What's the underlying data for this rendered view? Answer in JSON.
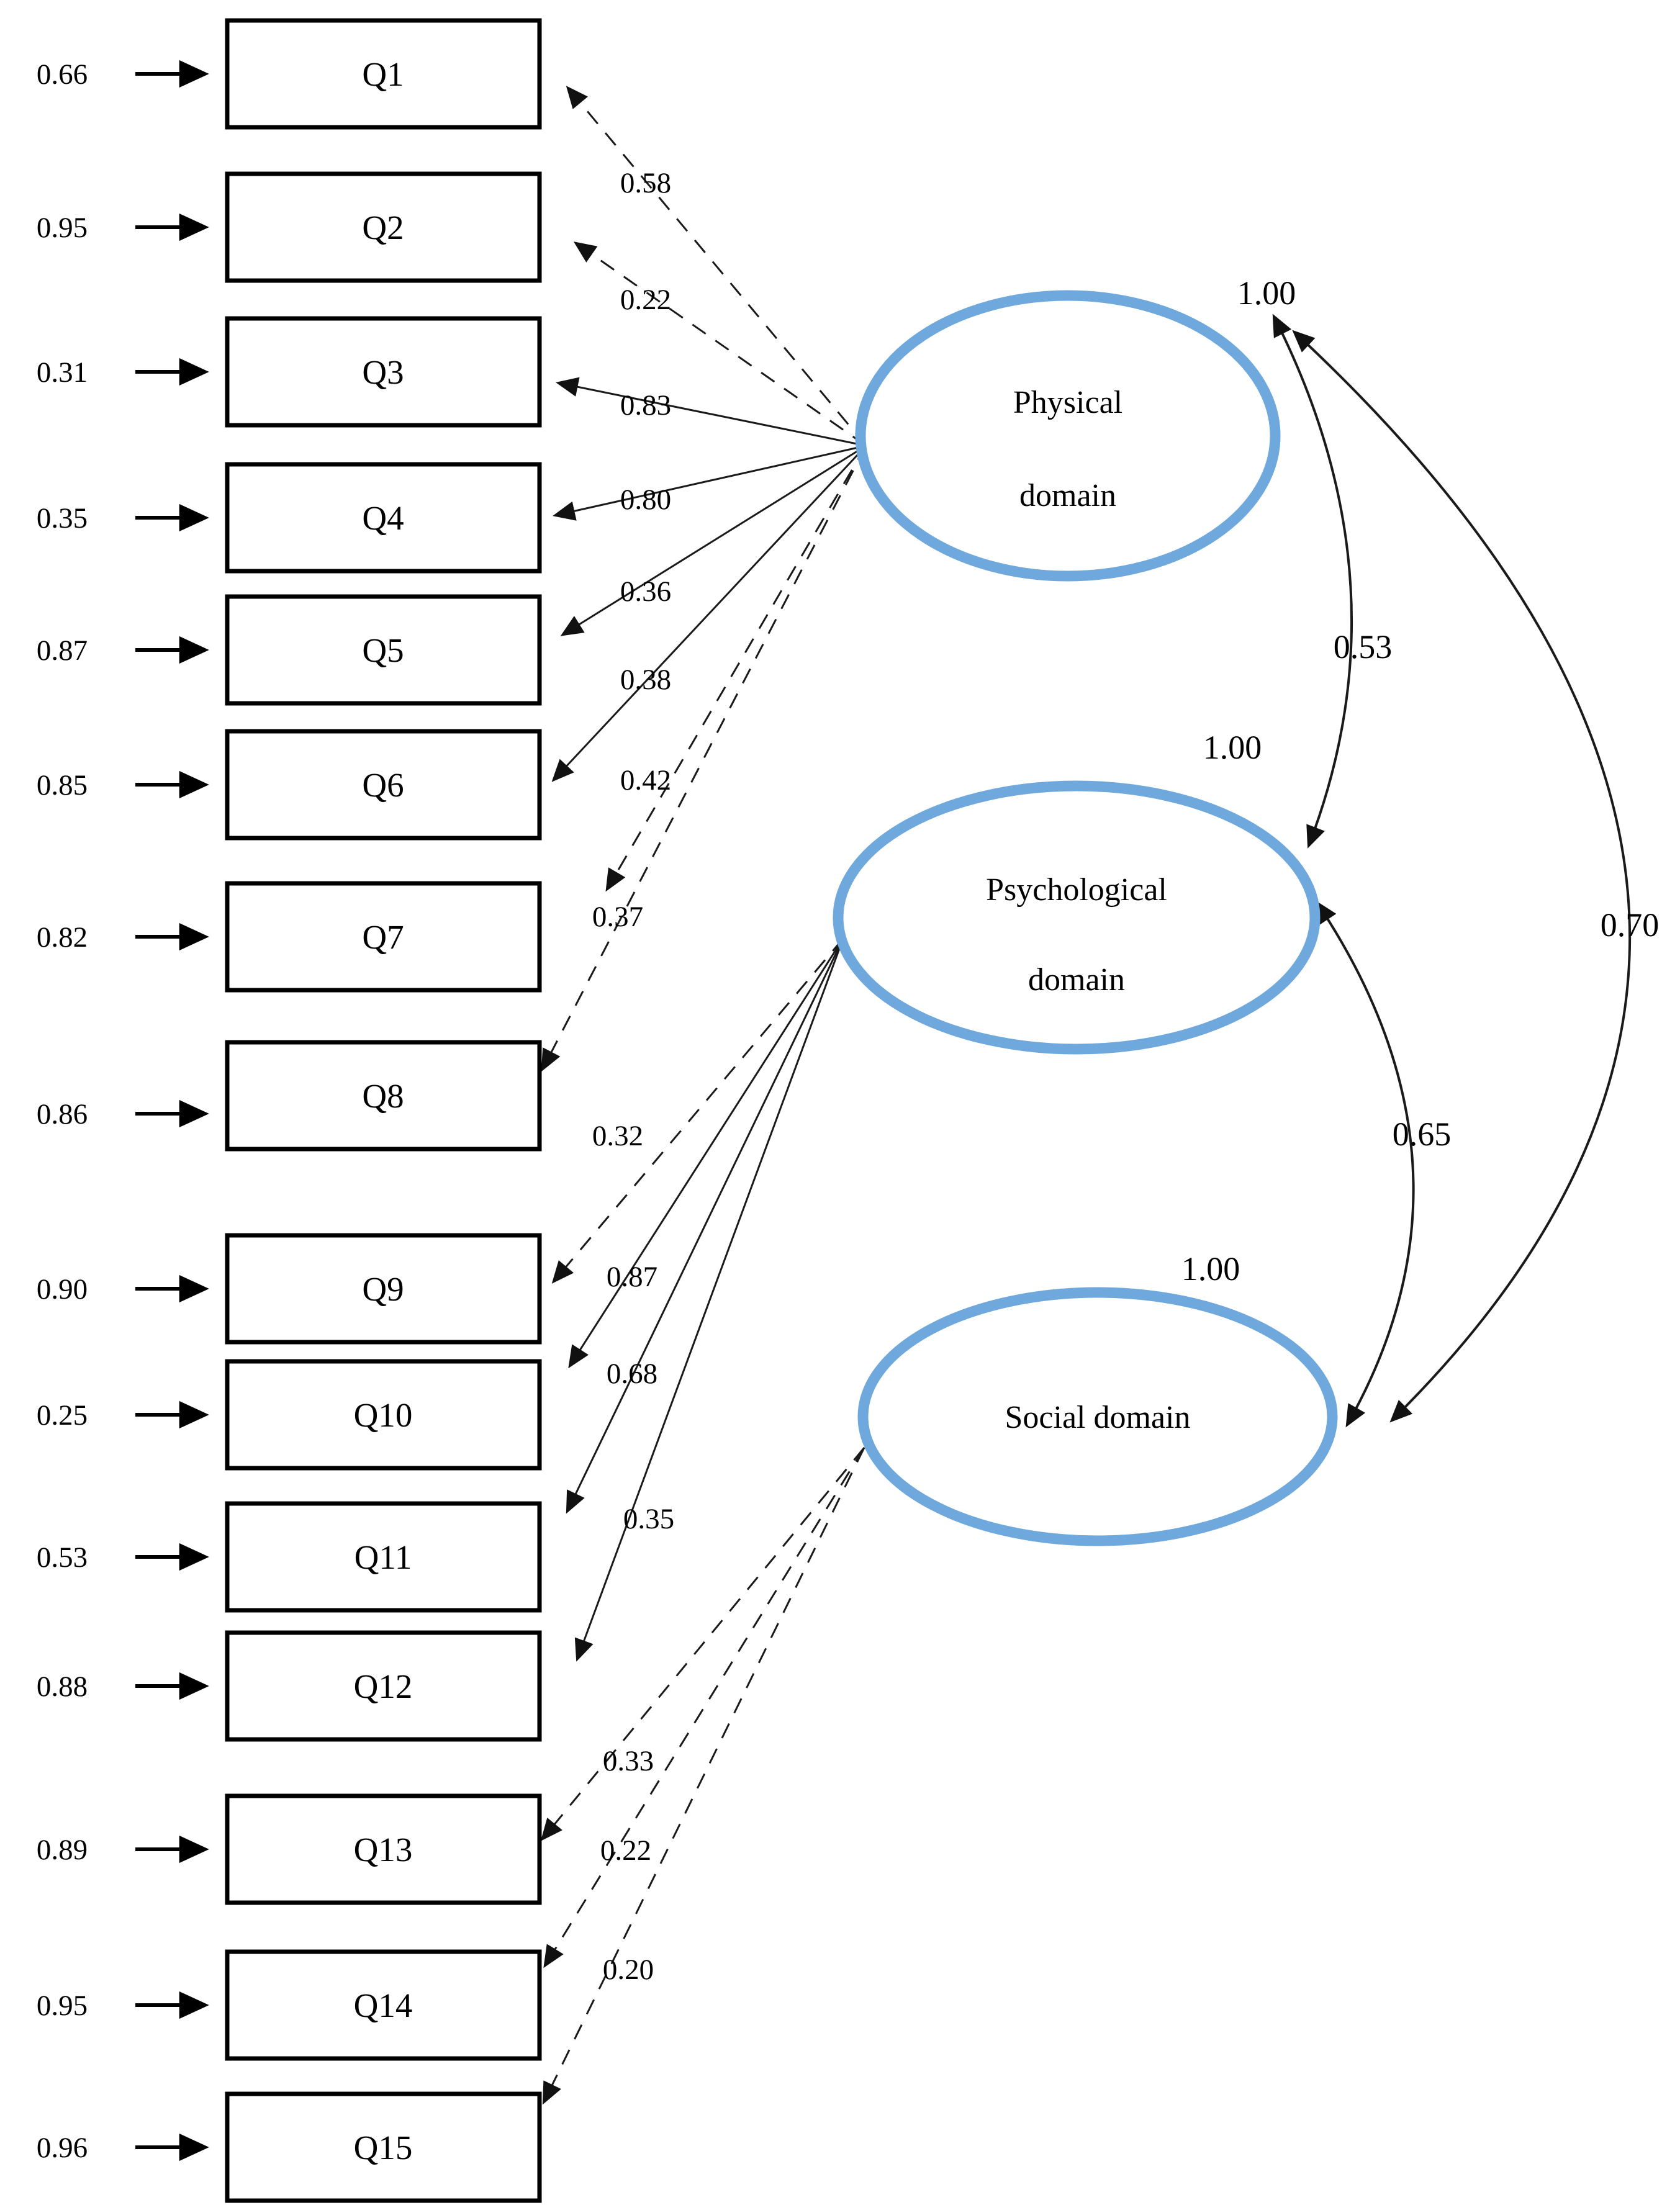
{
  "figure": {
    "type": "confirmatory-factor-analysis-path-diagram",
    "factors": [
      {
        "name": "Physical domain",
        "lines": [
          "Physical",
          "domain"
        ],
        "variance": "1.00"
      },
      {
        "name": "Psychological domain",
        "lines": [
          "Psychological",
          "domain"
        ],
        "variance": "1.00"
      },
      {
        "name": "Social domain",
        "lines": [
          "Social domain"
        ],
        "variance": "1.00"
      }
    ],
    "indicators": [
      {
        "label": "Q1",
        "error": "0.66",
        "loading": "0.58",
        "factor": "Physical domain"
      },
      {
        "label": "Q2",
        "error": "0.95",
        "loading": "0.22",
        "factor": "Physical domain"
      },
      {
        "label": "Q3",
        "error": "0.31",
        "loading": "0.83",
        "factor": "Physical domain"
      },
      {
        "label": "Q4",
        "error": "0.35",
        "loading": "0.80",
        "factor": "Physical domain"
      },
      {
        "label": "Q5",
        "error": "0.87",
        "loading": "0.36",
        "factor": "Physical domain"
      },
      {
        "label": "Q6",
        "error": "0.85",
        "loading": "0.38",
        "factor": "Physical domain"
      },
      {
        "label": "Q7",
        "error": "0.82",
        "loading": "0.42",
        "factor": "Physical domain"
      },
      {
        "label": "Q8",
        "error": "0.86",
        "loading": "0.37",
        "factor": "Physical domain"
      },
      {
        "label": "Q9",
        "error": "0.90",
        "loading": "0.32",
        "factor": "Psychological domain"
      },
      {
        "label": "Q10",
        "error": "0.25",
        "loading": "0.87",
        "factor": "Psychological domain"
      },
      {
        "label": "Q11",
        "error": "0.53",
        "loading": "0.68",
        "factor": "Psychological domain"
      },
      {
        "label": "Q12",
        "error": "0.88",
        "loading": "0.35",
        "factor": "Psychological domain"
      },
      {
        "label": "Q13",
        "error": "0.89",
        "loading": "0.33",
        "factor": "Social domain"
      },
      {
        "label": "Q14",
        "error": "0.95",
        "loading": "0.22",
        "factor": "Social domain"
      },
      {
        "label": "Q15",
        "error": "0.96",
        "loading": "0.20",
        "factor": "Social domain"
      }
    ],
    "correlations": [
      {
        "pair": "Physical domain - Psychological domain",
        "value": "0.53"
      },
      {
        "pair": "Psychological domain - Social domain",
        "value": "0.65"
      },
      {
        "pair": "Physical domain - Social domain",
        "value": "0.70"
      }
    ],
    "colors": {
      "ellipse_stroke": "#6fa8dc",
      "line": "#1a1a1a",
      "text": "#000000",
      "background": "#ffffff"
    }
  }
}
